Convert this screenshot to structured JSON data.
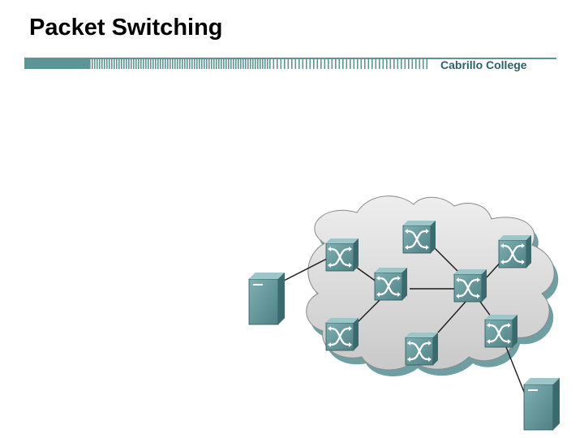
{
  "slide": {
    "title": "Packet Switching",
    "brand": "Cabrillo College"
  },
  "colors": {
    "accent": "#5f9497",
    "cloud": "#d8d8d8",
    "cloud_rim": "#6f9fa3",
    "device": "#5f9497"
  },
  "diagram": {
    "nodes": [
      {
        "id": "sw-top",
        "kind": "switch",
        "icon": "packet-switch-icon"
      },
      {
        "id": "sw-left-top",
        "kind": "switch",
        "icon": "packet-switch-icon"
      },
      {
        "id": "sw-center",
        "kind": "switch",
        "icon": "packet-switch-icon"
      },
      {
        "id": "sw-right-mid",
        "kind": "switch",
        "icon": "packet-switch-icon"
      },
      {
        "id": "sw-right-top",
        "kind": "switch",
        "icon": "packet-switch-icon"
      },
      {
        "id": "sw-left-bot",
        "kind": "switch",
        "icon": "packet-switch-icon"
      },
      {
        "id": "sw-bottom",
        "kind": "switch",
        "icon": "packet-switch-icon"
      },
      {
        "id": "sw-right-bot",
        "kind": "switch",
        "icon": "packet-switch-icon"
      },
      {
        "id": "host-left",
        "kind": "host",
        "icon": "server-icon"
      },
      {
        "id": "host-right",
        "kind": "host",
        "icon": "server-icon"
      }
    ],
    "links": [
      [
        "host-left",
        "sw-left-top"
      ],
      [
        "sw-left-top",
        "sw-center"
      ],
      [
        "sw-center",
        "sw-left-bot"
      ],
      [
        "sw-center",
        "sw-right-mid"
      ],
      [
        "sw-top",
        "sw-right-mid"
      ],
      [
        "sw-right-top",
        "sw-right-mid"
      ],
      [
        "sw-right-mid",
        "sw-bottom"
      ],
      [
        "sw-right-mid",
        "sw-right-bot"
      ],
      [
        "sw-right-bot",
        "host-right"
      ]
    ]
  }
}
